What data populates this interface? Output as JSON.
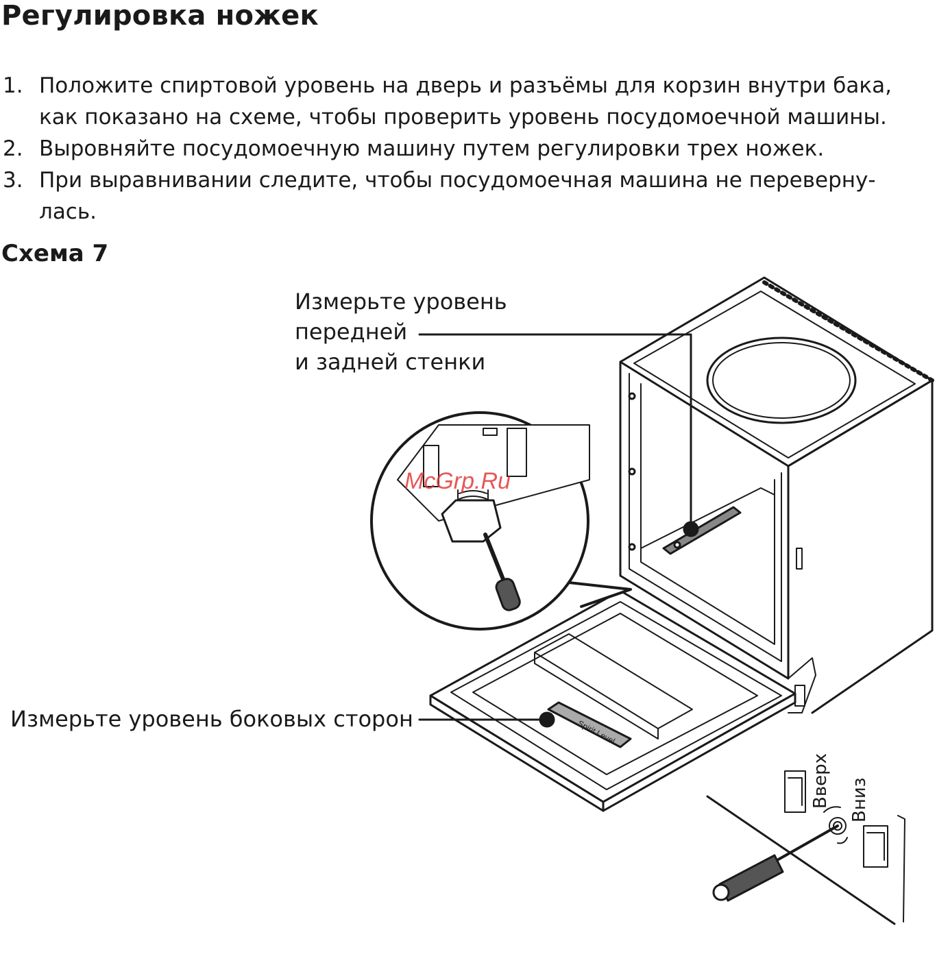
{
  "title": "Регулировка ножек",
  "steps": [
    {
      "num": "1.",
      "text": "Положите спиртовой уровень на дверь и разъёмы для корзин внутри бака, как показано на схеме, чтобы проверить уровень посудомоечной машины."
    },
    {
      "num": "2.",
      "text": "Выровняйте посудомоечную машину путем регулировки трех ножек."
    },
    {
      "num": "3.",
      "text": "При выравнивании следите, чтобы посудомоечная машина не переверну-лась."
    }
  ],
  "scheme_title": "Схема 7",
  "figure": {
    "label_top": [
      "Измерьте уровень",
      "передней",
      "и задней стенки"
    ],
    "label_side": "Измерьте уровень боковых сторон",
    "spirit_level": "Spirit Level",
    "up": "Вверх",
    "down": "Вниз",
    "watermark": "McGrp.Ru"
  }
}
